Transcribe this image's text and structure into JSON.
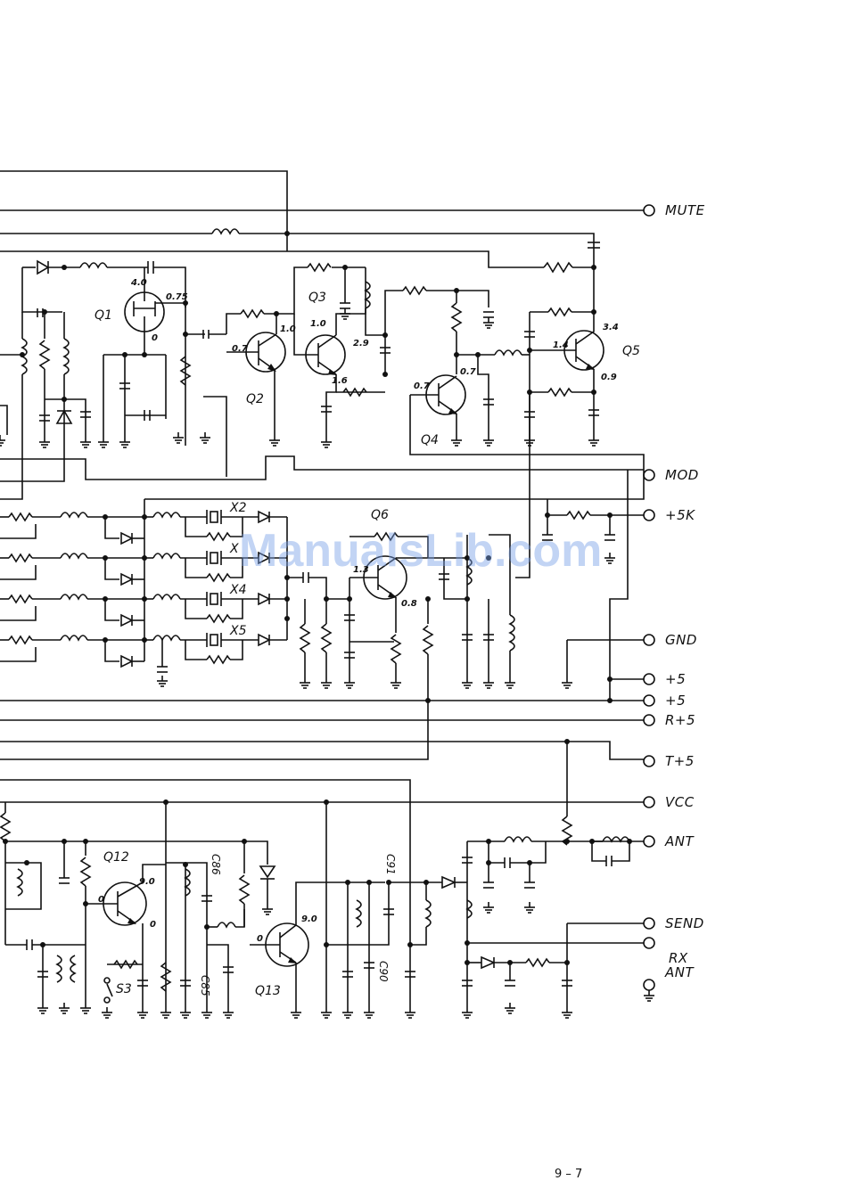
{
  "terminals": {
    "mute": "MUTE",
    "mod": "MOD",
    "p5k": "+5K",
    "gnd": "GND",
    "p5a": "+5",
    "p5b": "+5",
    "r5": "R+5",
    "t5": "T+5",
    "vcc": "VCC",
    "ant": "ANT",
    "send": "SEND",
    "rx1": "RX",
    "rx2": "ANT"
  },
  "transistors": {
    "q1": "Q1",
    "q2": "Q2",
    "q3": "Q3",
    "q4": "Q4",
    "q5": "Q5",
    "q6": "Q6",
    "q12": "Q12",
    "q13": "Q13"
  },
  "crystals": {
    "x2": "X2",
    "x3": "X",
    "x4": "X4",
    "x5": "X5"
  },
  "components": {
    "c85": "C85",
    "c86": "C86",
    "c90": "C90",
    "c91": "C91",
    "s3": "S3"
  },
  "voltages": {
    "q1_d": "4.0",
    "q1_s": "0.75",
    "q1_g": "0",
    "q2_b": "0.7",
    "q2_c": "1.0",
    "q3_c": "1.0",
    "q3_b": "2.9",
    "q3_e": "1.6",
    "q4_b": "0.7",
    "q4_c": "0.7",
    "q5_c": "3.4",
    "q5_b": "1.4",
    "q5_e": "0.9",
    "q6_b": "1.3",
    "q6_e": "0.8",
    "q12_c": "9.0",
    "q12_b": "0",
    "q12_e": "0",
    "q13_c": "9.0",
    "q13_b": "0"
  },
  "watermark": "ManualsLib.com",
  "page_number": "9 – 7"
}
